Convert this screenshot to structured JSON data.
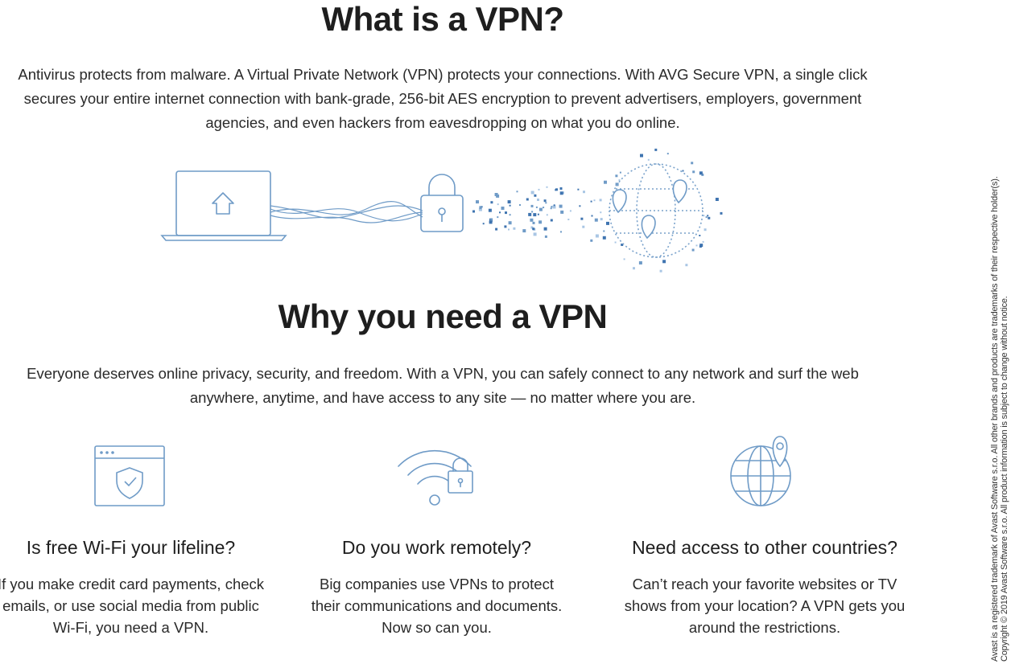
{
  "what": {
    "title": "What is a VPN?",
    "line1": "Antivirus protects from malware. A Virtual Private Network (VPN) protects your connections. With AVG Secure VPN, a single click",
    "line2": "secures your entire internet connection with bank-grade, 256-bit AES encryption to prevent advertisers, employers, government",
    "line3": "agencies, and even hackers from eavesdropping on what you do online."
  },
  "why": {
    "title": "Why you need a VPN",
    "line1": "Everyone deserves online privacy, security, and freedom. With a VPN, you can safely connect to any network and surf the web",
    "line2": "anywhere, anytime, and have access to any site — no matter where you are."
  },
  "columns": [
    {
      "title": "Is free Wi-Fi your lifeline?",
      "line1": "If you make credit card payments, check",
      "line2": "emails, or use social media from public",
      "line3": "Wi-Fi, you need a VPN.",
      "icon": "browser-shield-icon"
    },
    {
      "title": "Do you work remotely?",
      "line1": "Big companies use VPNs to protect",
      "line2": "their communications and documents.",
      "line3": "Now so can you.",
      "icon": "wifi-lock-icon"
    },
    {
      "title": "Need access to other countries?",
      "line1": "Can’t reach your favorite websites or TV",
      "line2": "shows from your location? A VPN gets you",
      "line3": "around the restrictions.",
      "icon": "globe-pin-icon"
    }
  ],
  "legal": {
    "line1": "Avast is a registered trademark of Avast Software s.r.o. All other brands and products are trademarks of their respective holder(s).",
    "line2": "Copyright © 2019 Avast Software s.r.o. All product information is subject to change without notice."
  },
  "colors": {
    "icon_stroke": "#6f9bc7",
    "icon_fill_dark": "#3f74b0",
    "icon_fill_light": "#a9c6e4"
  }
}
